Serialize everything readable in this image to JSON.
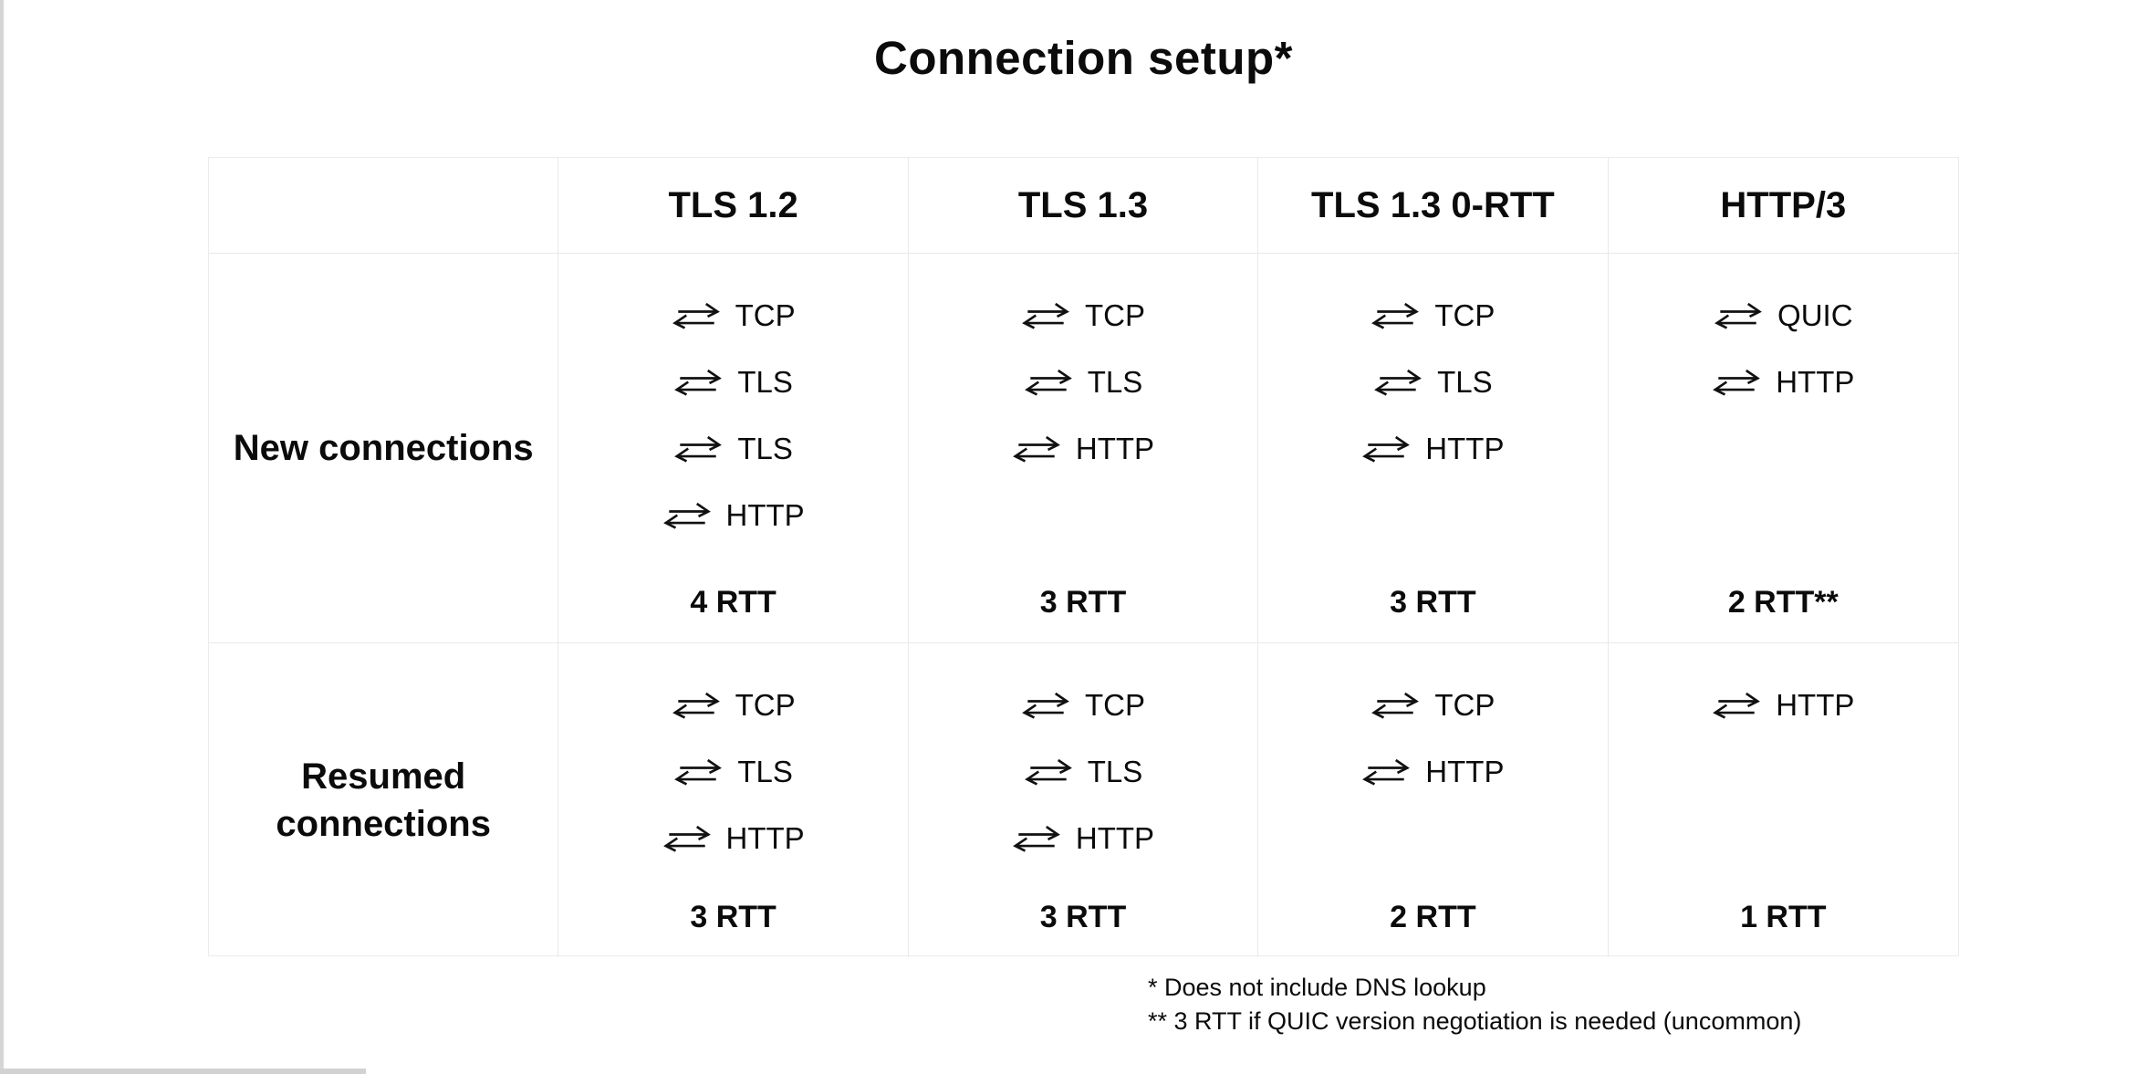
{
  "title": "Connection setup*",
  "table": {
    "column_headers": [
      "TLS 1.2",
      "TLS 1.3",
      "TLS 1.3 0-RTT",
      "HTTP/3"
    ],
    "rows": [
      {
        "label": "New connections",
        "cells": [
          {
            "steps": [
              "TCP",
              "TLS",
              "TLS",
              "HTTP"
            ],
            "rtt": "4 RTT"
          },
          {
            "steps": [
              "TCP",
              "TLS",
              "HTTP"
            ],
            "rtt": "3 RTT"
          },
          {
            "steps": [
              "TCP",
              "TLS",
              "HTTP"
            ],
            "rtt": "3 RTT"
          },
          {
            "steps": [
              "QUIC",
              "HTTP"
            ],
            "rtt": "2 RTT**"
          }
        ]
      },
      {
        "label": "Resumed connections",
        "cells": [
          {
            "steps": [
              "TCP",
              "TLS",
              "HTTP"
            ],
            "rtt": "3 RTT"
          },
          {
            "steps": [
              "TCP",
              "TLS",
              "HTTP"
            ],
            "rtt": "3 RTT"
          },
          {
            "steps": [
              "TCP",
              "HTTP"
            ],
            "rtt": "2 RTT"
          },
          {
            "steps": [
              "HTTP"
            ],
            "rtt": "1 RTT"
          }
        ]
      }
    ]
  },
  "footnotes": [
    "* Does not include DNS lookup",
    "** 3 RTT if QUIC version negotiation is needed (uncommon)"
  ],
  "icons": {
    "round_trip": "round-trip-arrows-icon"
  },
  "colors": {
    "text": "#0b0b0b",
    "table_border": "#e9e9e9",
    "page_edge": "#d5d5d5"
  }
}
